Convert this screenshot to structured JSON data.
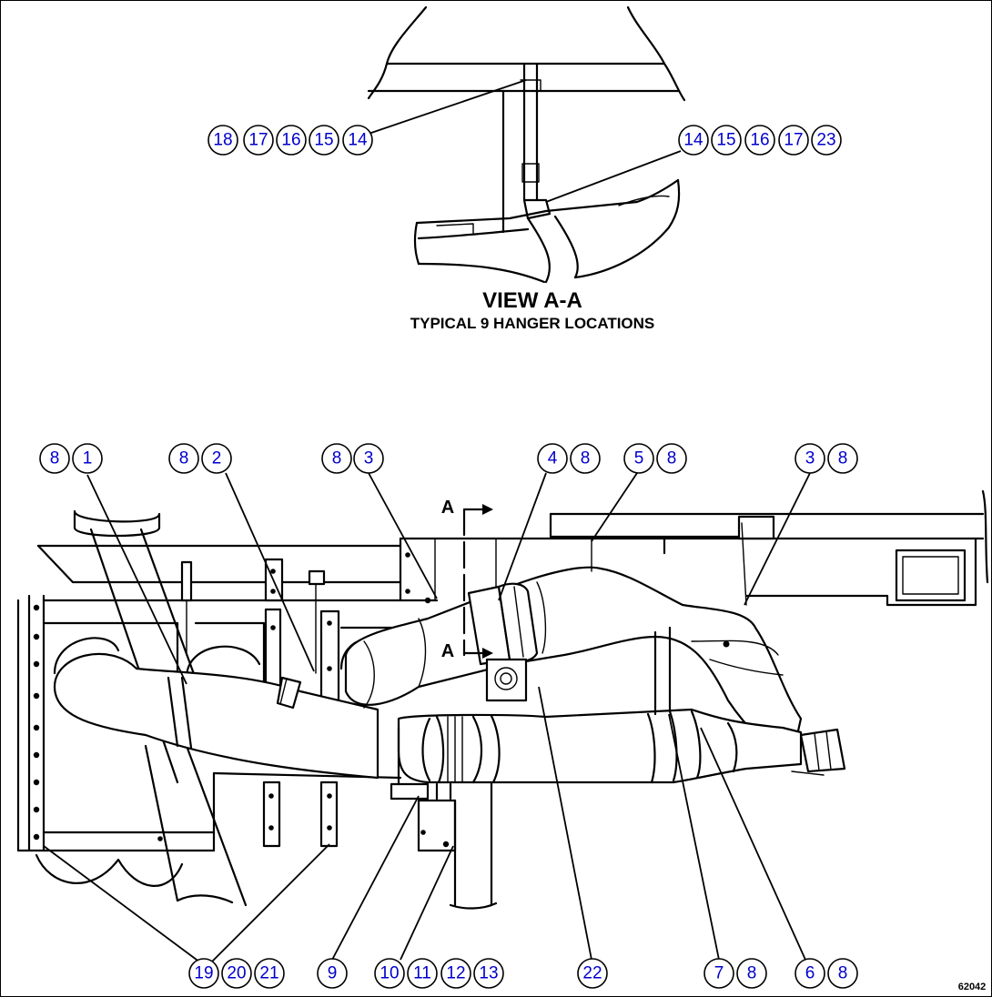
{
  "view_title": "VIEW A-A",
  "view_subtitle": "TYPICAL 9 HANGER LOCATIONS",
  "section_marker": "A",
  "drawing_number": "62042",
  "callouts": [
    {
      "id": "c-18a",
      "label": "18"
    },
    {
      "id": "c-17a",
      "label": "17"
    },
    {
      "id": "c-16a",
      "label": "16"
    },
    {
      "id": "c-15a",
      "label": "15"
    },
    {
      "id": "c-14a",
      "label": "14"
    },
    {
      "id": "c-14b",
      "label": "14"
    },
    {
      "id": "c-15b",
      "label": "15"
    },
    {
      "id": "c-16b",
      "label": "16"
    },
    {
      "id": "c-17b",
      "label": "17"
    },
    {
      "id": "c-23",
      "label": "23"
    },
    {
      "id": "c-8a",
      "label": "8"
    },
    {
      "id": "c-1",
      "label": "1"
    },
    {
      "id": "c-8b",
      "label": "8"
    },
    {
      "id": "c-2",
      "label": "2"
    },
    {
      "id": "c-8c",
      "label": "8"
    },
    {
      "id": "c-3a",
      "label": "3"
    },
    {
      "id": "c-4",
      "label": "4"
    },
    {
      "id": "c-8d",
      "label": "8"
    },
    {
      "id": "c-5",
      "label": "5"
    },
    {
      "id": "c-8e",
      "label": "8"
    },
    {
      "id": "c-3b",
      "label": "3"
    },
    {
      "id": "c-8f",
      "label": "8"
    },
    {
      "id": "c-19",
      "label": "19"
    },
    {
      "id": "c-20",
      "label": "20"
    },
    {
      "id": "c-21",
      "label": "21"
    },
    {
      "id": "c-9",
      "label": "9"
    },
    {
      "id": "c-10",
      "label": "10"
    },
    {
      "id": "c-11",
      "label": "11"
    },
    {
      "id": "c-12",
      "label": "12"
    },
    {
      "id": "c-13",
      "label": "13"
    },
    {
      "id": "c-22",
      "label": "22"
    },
    {
      "id": "c-7",
      "label": "7"
    },
    {
      "id": "c-8g",
      "label": "8"
    },
    {
      "id": "c-6",
      "label": "6"
    },
    {
      "id": "c-8h",
      "label": "8"
    }
  ]
}
